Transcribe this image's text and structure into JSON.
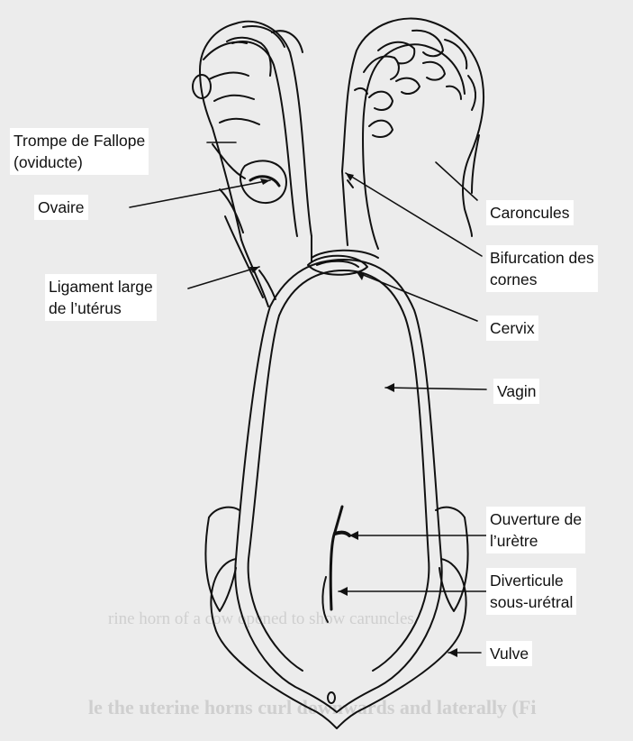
{
  "labels": {
    "trompe": [
      "Trompe de Fallope",
      "(oviducte)"
    ],
    "ovaire": [
      "Ovaire"
    ],
    "ligament": [
      "Ligament large",
      "de l’utérus"
    ],
    "caroncules": [
      "Caroncules"
    ],
    "bifurcation": [
      "Bifurcation des",
      "cornes"
    ],
    "cervix": [
      "Cervix"
    ],
    "vagin": [
      "Vagin"
    ],
    "ouverture": [
      "Ouverture de",
      "l’urètre"
    ],
    "diverticule": [
      "Diverticule",
      "sous-urétral"
    ],
    "vulve": [
      "Vulve"
    ]
  },
  "background_text": [
    "rine horn of a cow opened to show caruncles.",
    "le the uterine horns curl downwards and laterally (Fi"
  ],
  "colors": {
    "paper": "#ececec",
    "ink": "#111111",
    "label_bg": "#ffffff"
  }
}
